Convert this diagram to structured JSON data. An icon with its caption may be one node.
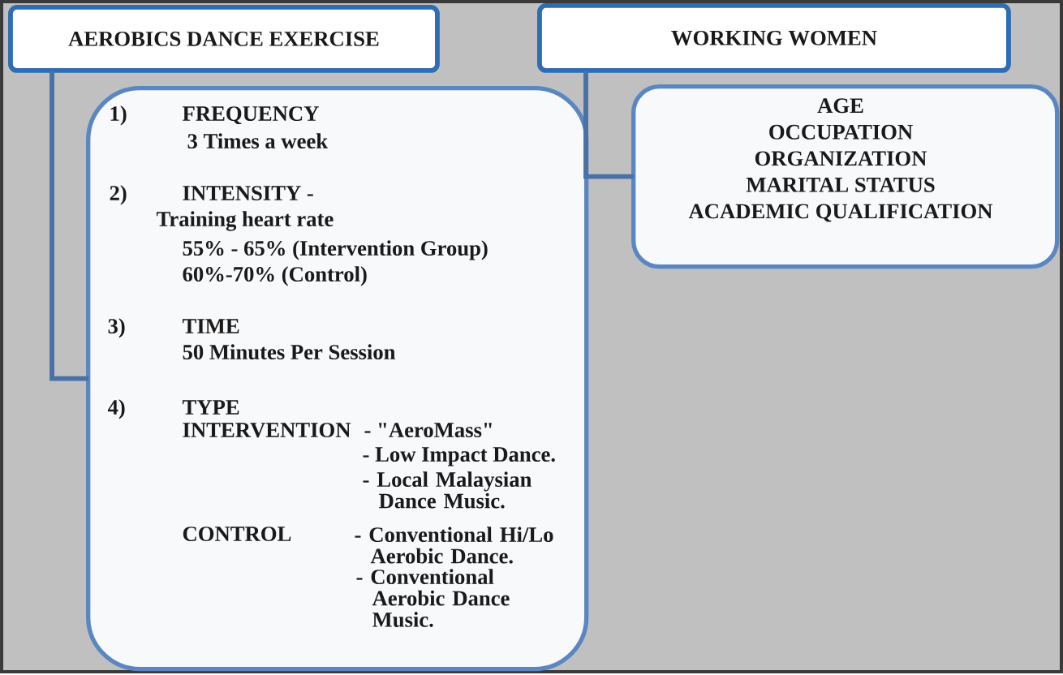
{
  "diagram": {
    "nodes": [
      {
        "text": [
          "AEROBICS DANCE EXERCISE"
        ]
      },
      {
        "text": [
          "WORKING WOMEN"
        ]
      },
      {
        "text": [
          "1)",
          "FREQUENCY",
          "3 Times a week",
          "2)",
          "INTENSITY -",
          "Training heart rate",
          "55% - 65% (Intervention Group)",
          "60%-70% (Control)",
          "3)",
          "TIME",
          "50 Minutes Per Session",
          "4)",
          "TYPE",
          "INTERVENTION",
          "- \"AeroMass\"",
          "- Low Impact Dance.",
          "- Local Malaysian Dance Music.",
          "CONTROL",
          "- Conventional Hi/Lo Aerobic Dance.",
          "- Conventional Aerobic Dance Music."
        ]
      },
      {
        "text": [
          "AGE",
          "OCCUPATION",
          "ORGANIZATION",
          "MARITAL STATUS",
          "ACADEMIC QUALIFICATION"
        ]
      }
    ],
    "edges": [
      {
        "from": 0,
        "to": 2,
        "arrow": "none"
      },
      {
        "from": 1,
        "to": 3,
        "arrow": "none"
      }
    ]
  }
}
